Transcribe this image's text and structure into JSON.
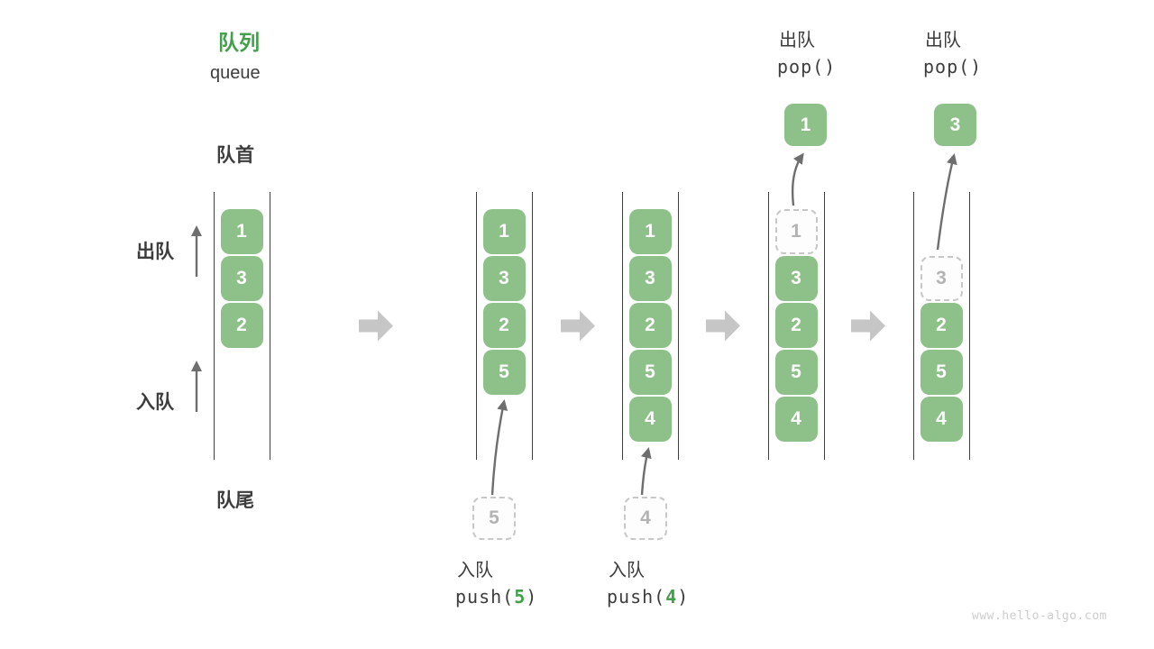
{
  "header": {
    "title_cn": "队列",
    "title_en": "queue"
  },
  "labels": {
    "front": "队首",
    "rear": "队尾",
    "dequeue_side": "出队",
    "enqueue_side": "入队"
  },
  "watermark": "www.hello-algo.com",
  "colors": {
    "cell_green": "#8ec08a",
    "accent_green": "#41a048",
    "text_dark": "#3d3d3d",
    "ghost_border": "#c7c7c7",
    "ghost_text": "#b3b3b3",
    "flow_arrow_gray": "#c6c6c6",
    "thin_arrow_gray": "#6e6e6e",
    "rail_color": "#3e3e3e",
    "watermark_gray": "#cccccc"
  },
  "queues": [
    {
      "name": "state-initial",
      "cells": [
        {
          "value": "1"
        },
        {
          "value": "3"
        },
        {
          "value": "2"
        }
      ]
    },
    {
      "name": "state-push-5",
      "cells": [
        {
          "value": "1"
        },
        {
          "value": "3"
        },
        {
          "value": "2"
        },
        {
          "value": "5"
        }
      ],
      "incoming_value": "5",
      "op_label": "入队",
      "op_fn": "push(",
      "op_arg": "5",
      "op_close": ")"
    },
    {
      "name": "state-push-4",
      "cells": [
        {
          "value": "1"
        },
        {
          "value": "3"
        },
        {
          "value": "2"
        },
        {
          "value": "5"
        },
        {
          "value": "4"
        }
      ],
      "incoming_value": "4",
      "op_label": "入队",
      "op_fn": "push(",
      "op_arg": "4",
      "op_close": ")"
    },
    {
      "name": "state-pop-1",
      "cells": [
        {
          "value": "1",
          "ghost": true
        },
        {
          "value": "3"
        },
        {
          "value": "2"
        },
        {
          "value": "5"
        },
        {
          "value": "4"
        }
      ],
      "popped_value": "1",
      "op_label": "出队",
      "op_fn": "pop()"
    },
    {
      "name": "state-pop-3",
      "cells": [
        {
          "value": "3",
          "ghost": true
        },
        {
          "value": "2"
        },
        {
          "value": "5"
        },
        {
          "value": "4"
        }
      ],
      "popped_value": "3",
      "op_label": "出队",
      "op_fn": "pop()"
    }
  ]
}
